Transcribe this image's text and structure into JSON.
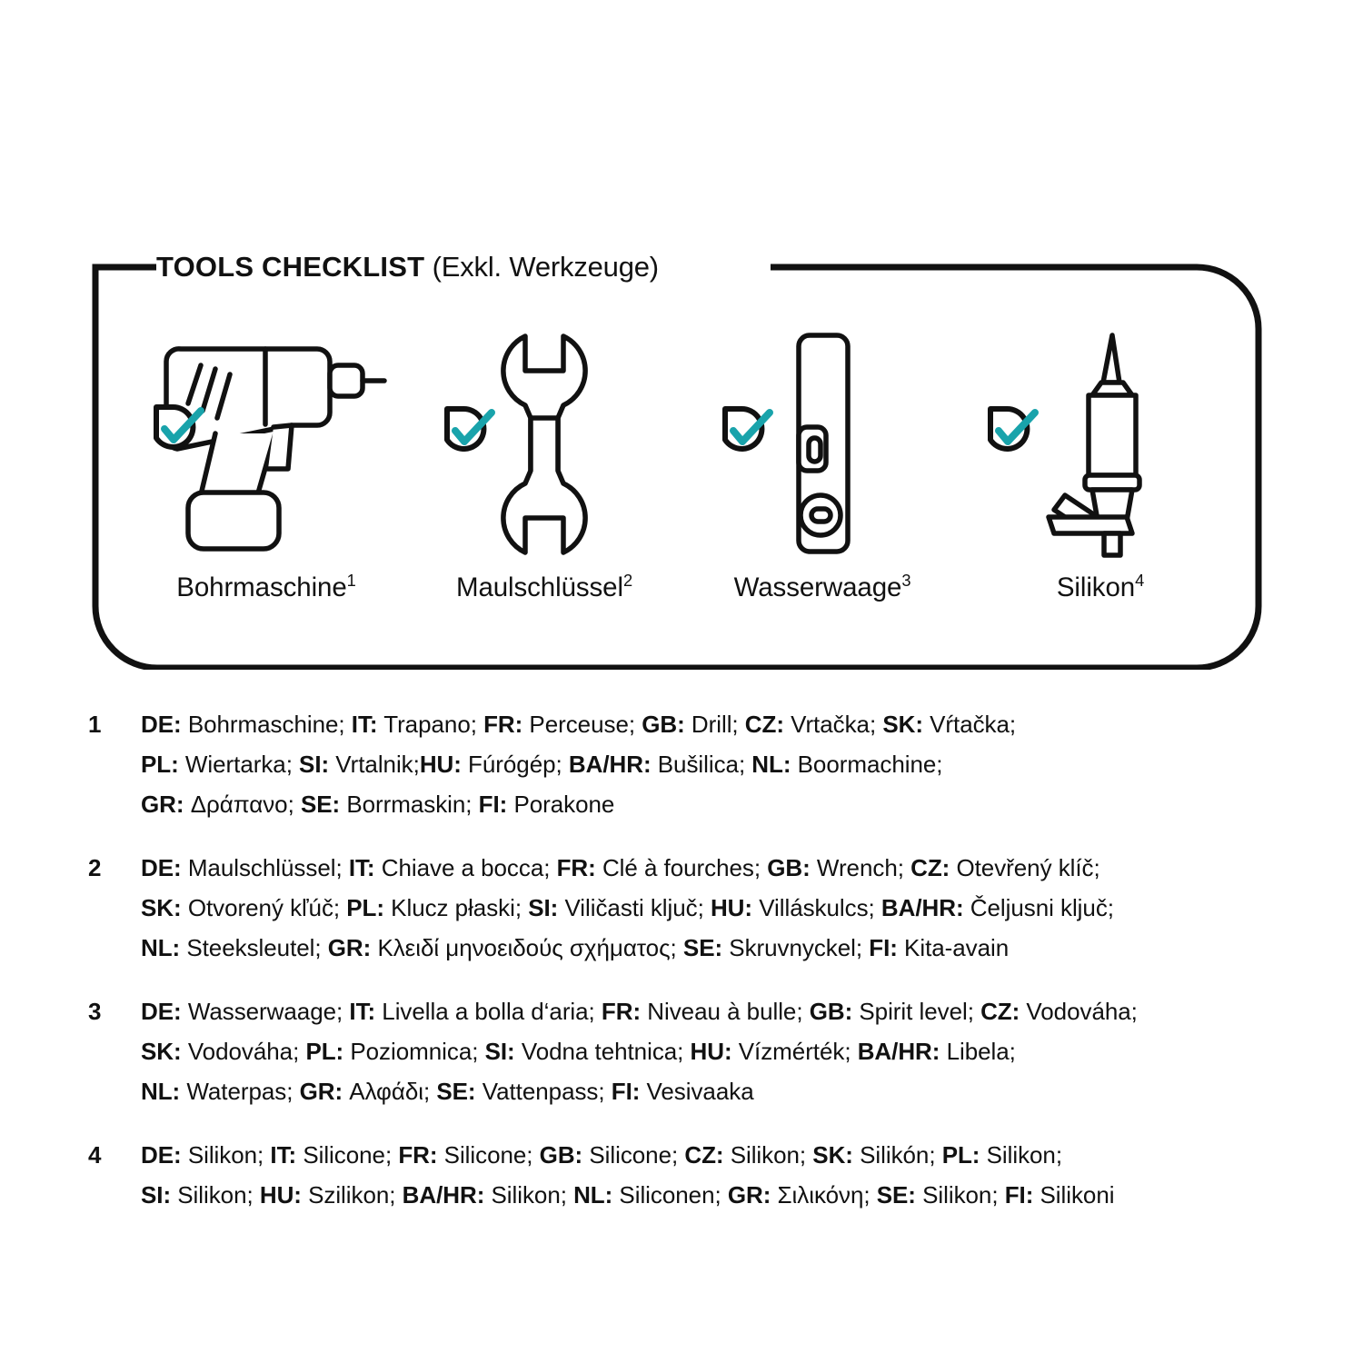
{
  "panel": {
    "title_bold": "TOOLS CHECKLIST",
    "title_regular": "(Exkl. Werkzeuge)",
    "accent_color": "#19A3AB",
    "line_color": "#111111",
    "background_color": "#FFFFFF"
  },
  "tools": [
    {
      "icon": "drill-icon",
      "label": "Bohrmaschine",
      "superscript": "1",
      "checked": true,
      "check_icon": "check-badge-icon"
    },
    {
      "icon": "wrench-icon",
      "label": "Maulschlüssel",
      "superscript": "2",
      "checked": true,
      "check_icon": "check-badge-icon"
    },
    {
      "icon": "spirit-level-icon",
      "label": "Wasserwaage",
      "superscript": "3",
      "checked": true,
      "check_icon": "check-badge-icon"
    },
    {
      "icon": "silicone-gun-icon",
      "label": "Silikon",
      "superscript": "4",
      "checked": true,
      "check_icon": "check-badge-icon"
    }
  ],
  "footnotes": [
    {
      "number": "1",
      "lines": [
        [
          {
            "b": "DE:"
          },
          {
            "t": " Bohrmaschine; "
          },
          {
            "b": "IT:"
          },
          {
            "t": " Trapano; "
          },
          {
            "b": "FR:"
          },
          {
            "t": " Perceuse; "
          },
          {
            "b": "GB:"
          },
          {
            "t": " Drill; "
          },
          {
            "b": "CZ:"
          },
          {
            "t": " Vrtačka; "
          },
          {
            "b": "SK:"
          },
          {
            "t": " Vŕtačka;"
          }
        ],
        [
          {
            "b": "PL:"
          },
          {
            "t": " Wiertarka; "
          },
          {
            "b": "SI:"
          },
          {
            "t": " Vrtalnik;"
          },
          {
            "b": "HU:"
          },
          {
            "t": " Fúrógép; "
          },
          {
            "b": "BA/HR:"
          },
          {
            "t": " Bušilica; "
          },
          {
            "b": "NL:"
          },
          {
            "t": " Boormachine;"
          }
        ],
        [
          {
            "b": "GR:"
          },
          {
            "t": " Δράπανο;  "
          },
          {
            "b": "SE:"
          },
          {
            "t": " Borrmaskin; "
          },
          {
            "b": "FI:"
          },
          {
            "t": " Porakone"
          }
        ]
      ]
    },
    {
      "number": "2",
      "lines": [
        [
          {
            "b": "DE:"
          },
          {
            "t": " Maulschlüssel; "
          },
          {
            "b": "IT:"
          },
          {
            "t": " Chiave a bocca; "
          },
          {
            "b": "FR:"
          },
          {
            "t": " Clé à fourches; "
          },
          {
            "b": "GB:"
          },
          {
            "t": " Wrench; "
          },
          {
            "b": "CZ:"
          },
          {
            "t": " Otevřený klíč;"
          }
        ],
        [
          {
            "b": "SK:"
          },
          {
            "t": " Otvorený kľúč; "
          },
          {
            "b": "PL:"
          },
          {
            "t": " Klucz płaski; "
          },
          {
            "b": "SI:"
          },
          {
            "t": " Viličasti ključ; "
          },
          {
            "b": "HU:"
          },
          {
            "t": " Villáskulcs; "
          },
          {
            "b": "BA/HR:"
          },
          {
            "t": " Čeljusni ključ;"
          }
        ],
        [
          {
            "b": "NL:"
          },
          {
            "t": " Steeksleutel; "
          },
          {
            "b": "GR:"
          },
          {
            "t": " Κλειδί μηνοειδούς σχήματος; "
          },
          {
            "b": "SE:"
          },
          {
            "t": " Skruvnyckel; "
          },
          {
            "b": "FI:"
          },
          {
            "t": " Kita-avain"
          }
        ]
      ]
    },
    {
      "number": "3",
      "lines": [
        [
          {
            "b": "DE:"
          },
          {
            "t": " Wasserwaage; "
          },
          {
            "b": "IT:"
          },
          {
            "t": " Livella a bolla d‘aria; "
          },
          {
            "b": "FR:"
          },
          {
            "t": " Niveau à bulle; "
          },
          {
            "b": "GB:"
          },
          {
            "t": " Spirit level; "
          },
          {
            "b": "CZ:"
          },
          {
            "t": " Vodováha;"
          }
        ],
        [
          {
            "b": "SK:"
          },
          {
            "t": " Vodováha; "
          },
          {
            "b": "PL:"
          },
          {
            "t": " Poziomnica; "
          },
          {
            "b": "SI:"
          },
          {
            "t": " Vodna tehtnica; "
          },
          {
            "b": "HU:"
          },
          {
            "t": " Vízmérték; "
          },
          {
            "b": "BA/HR:"
          },
          {
            "t": " Libela;"
          }
        ],
        [
          {
            "t": " "
          },
          {
            "b": "NL:"
          },
          {
            "t": " Waterpas; "
          },
          {
            "b": "GR:"
          },
          {
            "t": " Αλφάδι; "
          },
          {
            "b": "SE:"
          },
          {
            "t": " Vattenpass; "
          },
          {
            "b": "FI:"
          },
          {
            "t": " Vesivaaka"
          }
        ]
      ]
    },
    {
      "number": "4",
      "lines": [
        [
          {
            "b": "DE:"
          },
          {
            "t": " Silikon; "
          },
          {
            "b": "IT:"
          },
          {
            "t": " Silicone; "
          },
          {
            "b": "FR:"
          },
          {
            "t": " Silicone; "
          },
          {
            "b": "GB:"
          },
          {
            "t": " Silicone; "
          },
          {
            "b": "CZ:"
          },
          {
            "t": " Silikon; "
          },
          {
            "b": "SK:"
          },
          {
            "t": " Silikón; "
          },
          {
            "b": "PL:"
          },
          {
            "t": " Silikon;"
          }
        ],
        [
          {
            "b": "SI:"
          },
          {
            "t": " Silikon; "
          },
          {
            "b": "HU:"
          },
          {
            "t": " Szilikon; "
          },
          {
            "b": "BA/HR:"
          },
          {
            "t": " Silikon; "
          },
          {
            "b": "NL:"
          },
          {
            "t": " Siliconen; "
          },
          {
            "b": "GR:"
          },
          {
            "t": " Σιλικόνη; "
          },
          {
            "b": "SE:"
          },
          {
            "t": " Silikon; "
          },
          {
            "b": "FI:"
          },
          {
            "t": " Silikoni"
          }
        ]
      ]
    }
  ]
}
